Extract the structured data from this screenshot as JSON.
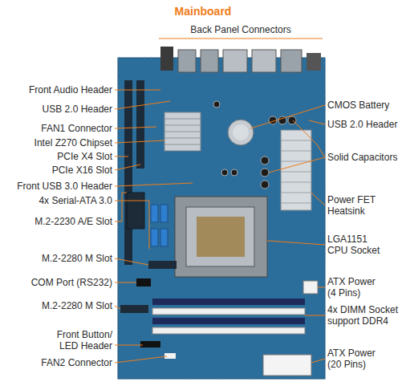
{
  "diagram": {
    "title": "Mainboard",
    "labels": [
      "Back Panel Connectors",
      "Front Audio Header",
      "USB 2.0 Header",
      "FAN1 Connector",
      "Intel Z270 Chipset",
      "PCIe X4 Slot",
      "PCIe X16 Slot",
      "Front USB 3.0 Header",
      "4x Serial-ATA 3.0",
      "M.2-2230 A/E Slot",
      "M.2-2280 M Slot",
      "COM Port (RS232)",
      "M.2-2280 M Slot",
      "Front Button/ LED Header",
      "FAN2 Connector",
      "CMOS Battery",
      "USB 2.0 Header",
      "Solid Capacitors",
      "Power FET Heatsink",
      "LGA1151 CPU Socket",
      "ATX Power (4 Pins)",
      "4x DIMM Socket support DDR4",
      "ATX Power (20 Pins)"
    ]
  }
}
